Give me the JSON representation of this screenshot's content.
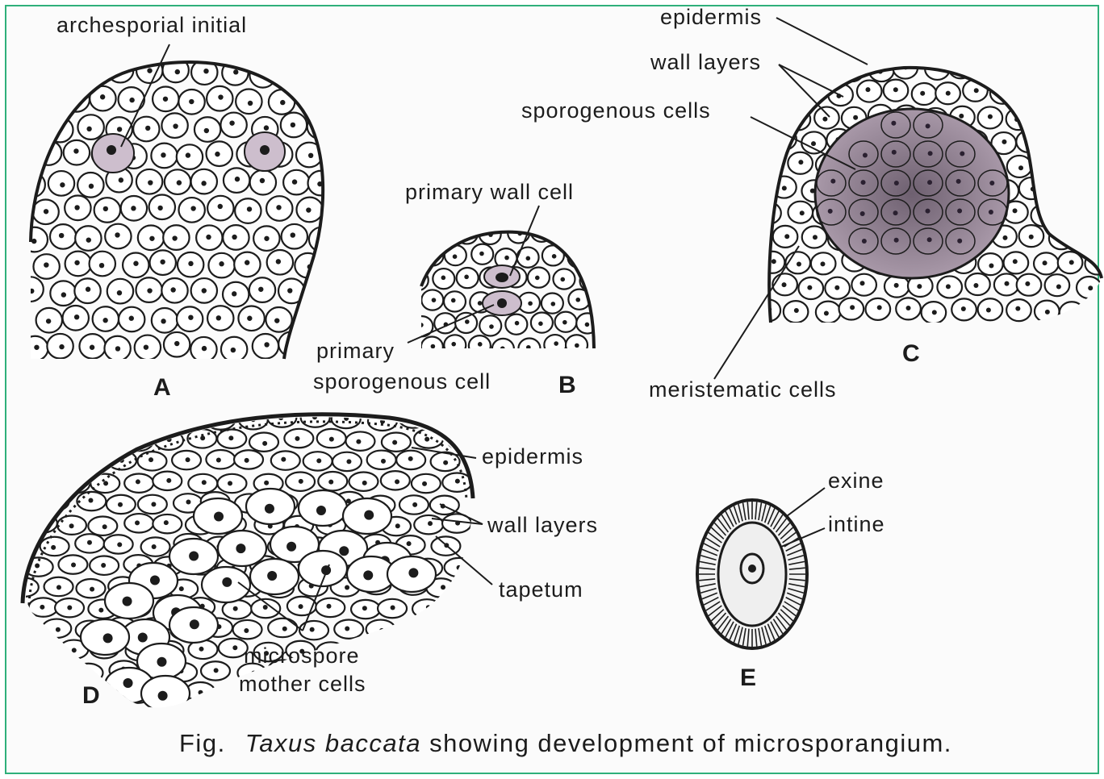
{
  "figure": {
    "caption_prefix": "Fig.",
    "caption_species": "Taxus baccata",
    "caption_rest": "showing development of microsporangium.",
    "panels": [
      "A",
      "B",
      "C",
      "D",
      "E"
    ]
  },
  "labels": {
    "a_archesporial": "archesporial initial",
    "b_primary_wall": "primary wall cell",
    "b_primary": "primary",
    "b_sporogenous_cell": "sporogenous cell",
    "c_epidermis": "epidermis",
    "c_wall_layers": "wall layers",
    "c_sporogenous": "sporogenous cells",
    "c_meristematic": "meristematic cells",
    "d_epidermis": "epidermis",
    "d_wall_layers": "wall layers",
    "d_tapetum": "tapetum",
    "d_microspore": "microspore",
    "d_mother_cells": "mother cells",
    "e_exine": "exine",
    "e_intine": "intine"
  },
  "colors": {
    "border": "#2fb07a",
    "ink": "#1c1c1c",
    "sporogenous_fill": "#cdbecd"
  }
}
